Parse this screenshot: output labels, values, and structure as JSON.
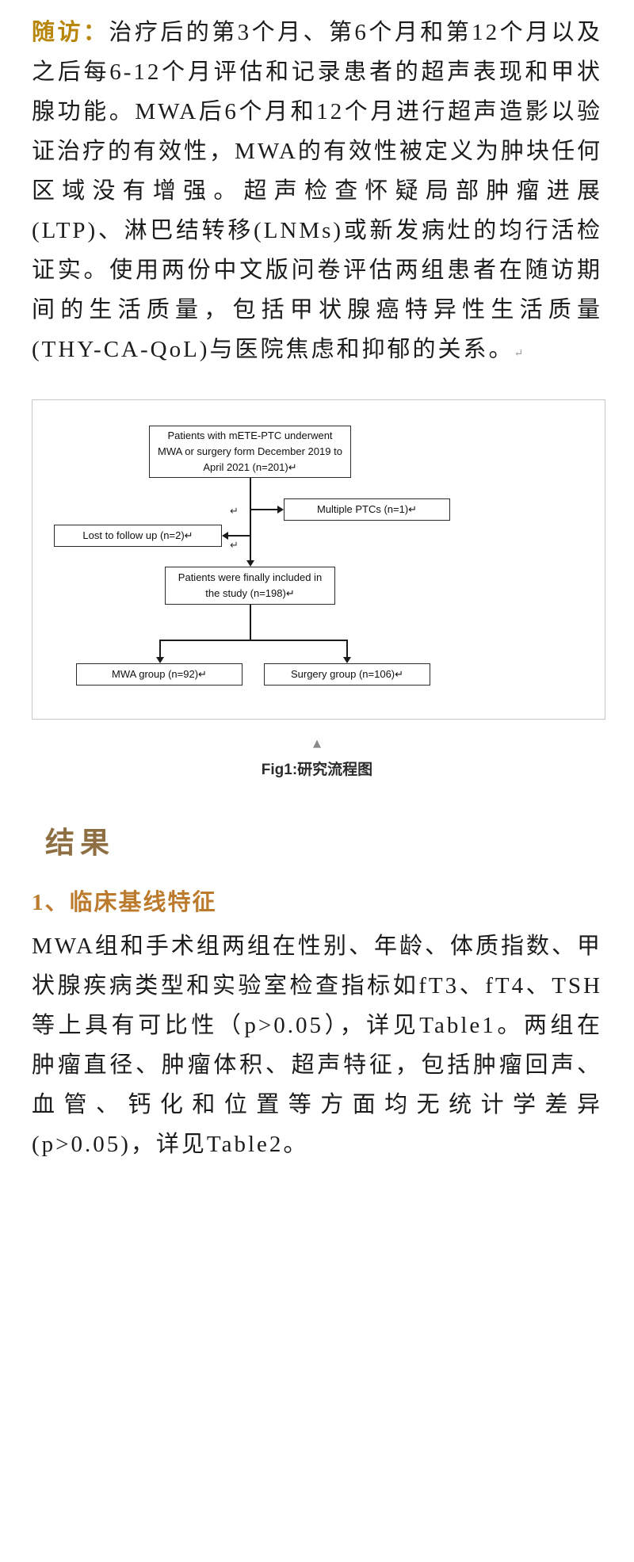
{
  "colors": {
    "followup_label": "#b8860b",
    "results_heading": "#8d6f43",
    "subheading": "#bc7b2c",
    "body_text": "#1c1c1c"
  },
  "article": {
    "followup": {
      "label": "随访：",
      "text": "治疗后的第3个月、第6个月和第12个月以及之后每6-12个月评估和记录患者的超声表现和甲状腺功能。MWA后6个月和12个月进行超声造影以验证治疗的有效性，MWA的有效性被定义为肿块任何区域没有增强。超声检查怀疑局部肿瘤进展(LTP)、淋巴结转移(LNMs)或新发病灶的均行活检证实。使用两份中文版问卷评估两组患者在随访期间的生活质量，包括甲状腺癌特异性生活质量(THY-CA-QoL)与医院焦虑和抑郁的关系。",
      "return_mark": "↵"
    }
  },
  "flowchart": {
    "node_top": "Patients with mETE-PTC underwent MWA or surgery form December 2019 to April 2021 (n=201)↵",
    "node_multiple": "Multiple PTCs (n=1)↵",
    "node_lost": "Lost to follow up (n=2)↵",
    "node_included": "Patients were finally included in the study (n=198)↵",
    "node_mwa": "MWA group (n=92)↵",
    "node_surgery": "Surgery group (n=106)↵",
    "stray_mark_1": "↵",
    "stray_mark_2": "↵"
  },
  "figure_caption": {
    "collapse_icon": "▲",
    "text": "Fig1:研究流程图"
  },
  "results": {
    "heading": "结果",
    "subheading": "1、临床基线特征",
    "text": "MWA组和手术组两组在性别、年龄、体质指数、甲状腺疾病类型和实验室检查指标如fT3、fT4、TSH等上具有可比性（p>0.05），详见Table1。两组在肿瘤直径、肿瘤体积、超声特征，包括肿瘤回声、血管、钙化和位置等方面均无统计学差异(p>0.05)，详见Table2。"
  }
}
